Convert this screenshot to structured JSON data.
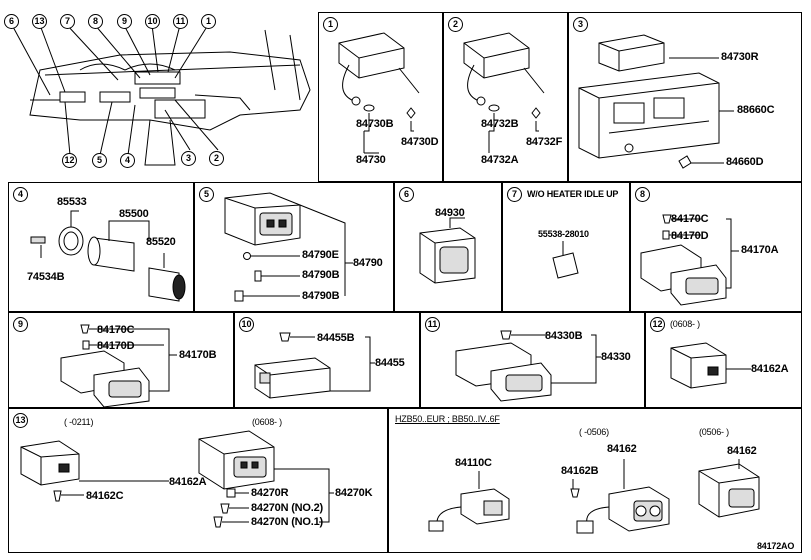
{
  "overview": {
    "callouts": [
      "6",
      "13",
      "7",
      "8",
      "9",
      "10",
      "11",
      "1",
      "12",
      "5",
      "4",
      "3",
      "2"
    ]
  },
  "panels": {
    "p1": {
      "num": "1",
      "labels": [
        "84730B",
        "84730D",
        "84730"
      ]
    },
    "p2": {
      "num": "2",
      "labels": [
        "84732B",
        "84732F",
        "84732A"
      ]
    },
    "p3": {
      "num": "3",
      "labels": [
        "84730R",
        "88660C",
        "84660D"
      ]
    },
    "p4": {
      "num": "4",
      "labels": [
        "85533",
        "85500",
        "85520",
        "74534B"
      ]
    },
    "p5": {
      "num": "5",
      "labels": [
        "84790E",
        "84790",
        "84790B",
        "84790B"
      ]
    },
    "p6": {
      "num": "6",
      "labels": [
        "84930"
      ]
    },
    "p7": {
      "num": "7",
      "title": "W/O HEATER IDLE UP",
      "labels": [
        "55538-28010"
      ]
    },
    "p8": {
      "num": "8",
      "labels": [
        "84170C",
        "84170D",
        "84170A"
      ]
    },
    "p9": {
      "num": "9",
      "labels": [
        "84170C",
        "84170D",
        "84170B"
      ]
    },
    "p10": {
      "num": "10",
      "labels": [
        "84455B",
        "84455"
      ]
    },
    "p11": {
      "num": "11",
      "labels": [
        "84330B",
        "84330"
      ]
    },
    "p12": {
      "num": "12",
      "period": "(0608-     )",
      "labels": [
        "84162A"
      ]
    },
    "p13": {
      "num": "13",
      "period_a": "(     -0211)",
      "period_b": "(0608-     )",
      "labels": [
        "84162A",
        "84162C",
        "84270R",
        "84270K",
        "84270N (NO.2)",
        "84270N (NO.1)"
      ]
    },
    "p14": {
      "title": "HZB50..EUR ; BB50..IV..6F",
      "period_a": "(     -0506)",
      "period_b": "(0506-     )",
      "labels": [
        "84110C",
        "84162",
        "84162B",
        "84162"
      ]
    }
  },
  "footer": {
    "code": "84172AO"
  }
}
